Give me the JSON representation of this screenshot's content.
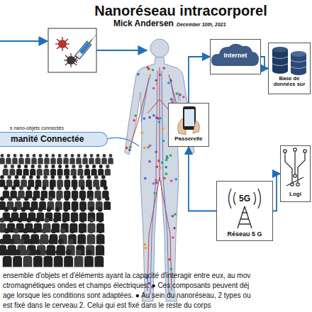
{
  "diagram": {
    "title": "Nanoréseau intracorporel",
    "nodes": [
      {
        "text": [
          "Internet"
        ]
      },
      {
        "text": [
          "Base de données sur"
        ]
      },
      {
        "text": [
          "Passerelle"
        ]
      },
      {
        "text": [
          "s nano-objets connectés",
          "manité Connectée"
        ]
      },
      {
        "text": [
          "Logi"
        ]
      },
      {
        "text": [
          "5G",
          "Réseau 5 G"
        ]
      }
    ],
    "edges": [
      {
        "from": 2,
        "to": 0,
        "arrow": "to"
      },
      {
        "from": 0,
        "to": 1,
        "arrow": "to"
      },
      {
        "from": 5,
        "to": 2,
        "arrow": "to"
      },
      {
        "from": 5,
        "to": 4,
        "arrow": "to"
      }
    ],
    "labels": [
      "Mick Andersen",
      "December 10th, 2021",
      "ensemble d'objets et d'éléments ayant la capacité d'interagir entre eux, au mov",
      "ctromagnétiques ondes et champs électriques. ● Ces composants peuvent déj",
      "age lorsque les conditions sont adaptées. ● Au sein du nanoréseau, 2 types ou",
      "est fixé dans le cerveau 2. Celui qui est fixé dans le reste du corps"
    ]
  }
}
